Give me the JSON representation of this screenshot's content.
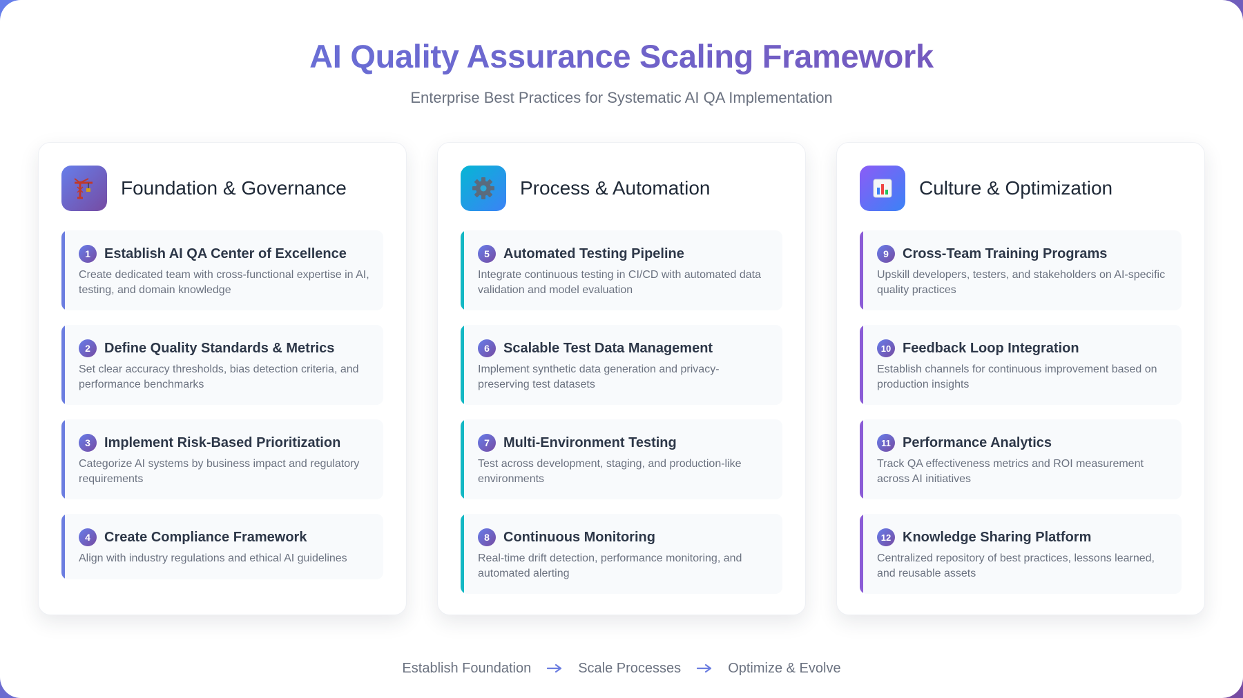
{
  "header": {
    "title": "AI Quality Assurance Scaling Framework",
    "subtitle": "Enterprise Best Practices for Systematic AI QA Implementation"
  },
  "columns": [
    {
      "title": "Foundation & Governance",
      "icon": "crane-icon",
      "accent": "#6b7de0",
      "items": [
        {
          "num": "1",
          "title": "Establish AI QA Center of Excellence",
          "desc": "Create dedicated team with cross-functional expertise in AI, testing, and domain knowledge"
        },
        {
          "num": "2",
          "title": "Define Quality Standards & Metrics",
          "desc": "Set clear accuracy thresholds, bias detection criteria, and performance benchmarks"
        },
        {
          "num": "3",
          "title": "Implement Risk-Based Prioritization",
          "desc": "Categorize AI systems by business impact and regulatory requirements"
        },
        {
          "num": "4",
          "title": "Create Compliance Framework",
          "desc": "Align with industry regulations and ethical AI guidelines"
        }
      ]
    },
    {
      "title": "Process & Automation",
      "icon": "gear-icon",
      "accent": "#14b8c4",
      "items": [
        {
          "num": "5",
          "title": "Automated Testing Pipeline",
          "desc": "Integrate continuous testing in CI/CD with automated data validation and model evaluation"
        },
        {
          "num": "6",
          "title": "Scalable Test Data Management",
          "desc": "Implement synthetic data generation and privacy-preserving test datasets"
        },
        {
          "num": "7",
          "title": "Multi-Environment Testing",
          "desc": "Test across development, staging, and production-like environments"
        },
        {
          "num": "8",
          "title": "Continuous Monitoring",
          "desc": "Real-time drift detection, performance monitoring, and automated alerting"
        }
      ]
    },
    {
      "title": "Culture & Optimization",
      "icon": "bar-chart-icon",
      "accent": "#8b5cd6",
      "items": [
        {
          "num": "9",
          "title": "Cross-Team Training Programs",
          "desc": "Upskill developers, testers, and stakeholders on AI-specific quality practices"
        },
        {
          "num": "10",
          "title": "Feedback Loop Integration",
          "desc": "Establish channels for continuous improvement based on production insights"
        },
        {
          "num": "11",
          "title": "Performance Analytics",
          "desc": "Track QA effectiveness metrics and ROI measurement across AI initiatives"
        },
        {
          "num": "12",
          "title": "Knowledge Sharing Platform",
          "desc": "Centralized repository of best practices, lessons learned, and reusable assets"
        }
      ]
    }
  ],
  "footer": {
    "steps": [
      "Establish Foundation",
      "Scale Processes",
      "Optimize & Evolve"
    ]
  }
}
